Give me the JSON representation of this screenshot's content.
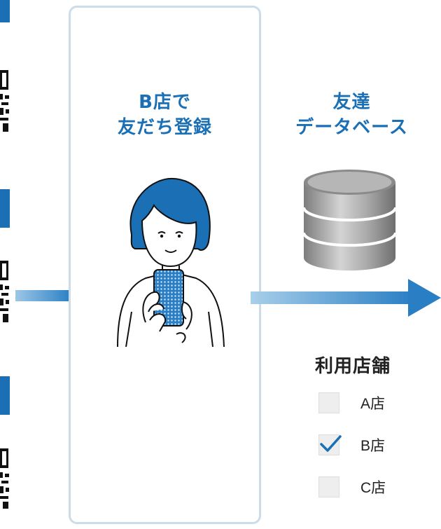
{
  "panel": {
    "title_lines": [
      "B店で",
      "友だち登録"
    ]
  },
  "database": {
    "title_lines": [
      "友達",
      "データベース"
    ]
  },
  "stores": {
    "heading": "利用店舗",
    "items": [
      {
        "label": "A店",
        "checked": false
      },
      {
        "label": "B店",
        "checked": true
      },
      {
        "label": "C店",
        "checked": false
      }
    ]
  },
  "colors": {
    "accent": "#1a6fb5",
    "panel_border": "#cbdcea",
    "check": "#1a6fb5",
    "checkbox_bg": "#eeeeee"
  }
}
